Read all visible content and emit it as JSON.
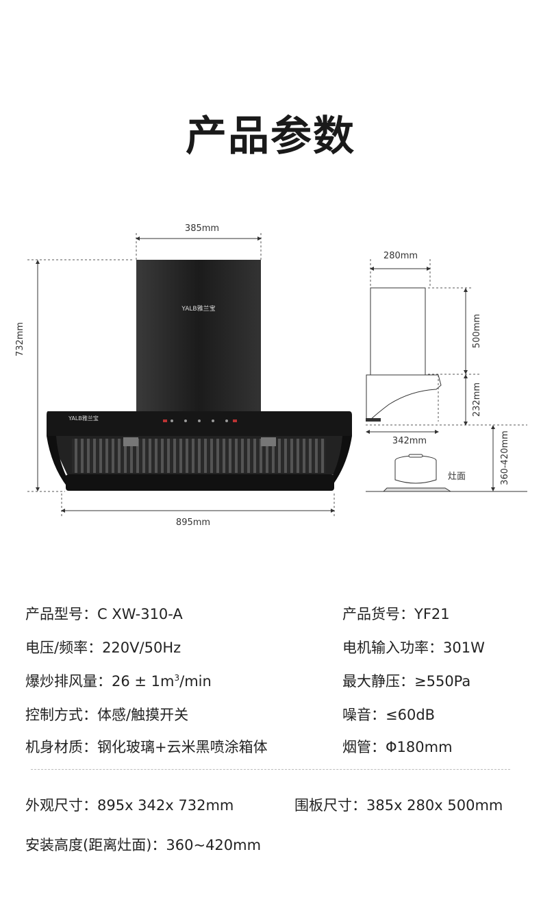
{
  "title": "产品参数",
  "brand_logo": "YALB雅兰宝",
  "dimensions": {
    "front_top_width": "385mm",
    "front_total_height": "732mm",
    "front_total_width": "895mm",
    "side_top_width": "280mm",
    "side_chimney_height": "500mm",
    "side_body_height": "232mm",
    "side_depth": "342mm",
    "install_height": "360-420mm",
    "stove_label": "灶面"
  },
  "specs": {
    "model": "产品型号：C XW-310-A",
    "item_no": "产品货号：YF21",
    "voltage": "电压/频率：220V/50Hz",
    "motor_power": "电机输入功率：301W",
    "airflow_prefix": "爆炒排风量：26 ± 1m",
    "airflow_sup": "3",
    "airflow_suffix": "/min",
    "pressure": "最大静压：≥550Pa",
    "control": "控制方式：体感/触摸开关",
    "noise": "噪音：≤60dB",
    "material": "机身材质：钢化玻璃+云米黑喷涂箱体",
    "duct": "烟管：Φ180mm",
    "outer_size": "外观尺寸：895x 342x 732mm",
    "panel_size": "围板尺寸：385x 280x 500mm",
    "install_height": "安装高度(距离灶面)：360~420mm"
  }
}
